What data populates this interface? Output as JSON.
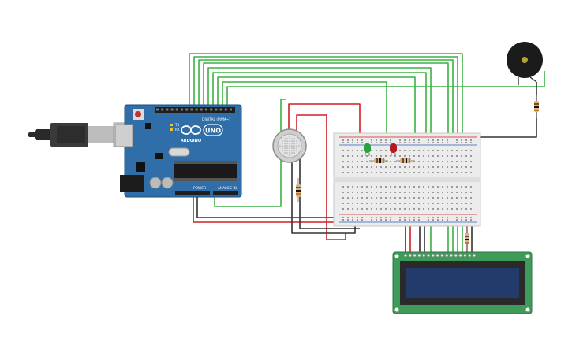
{
  "arduino": {
    "brand": "ARDUINO",
    "model": "UNO",
    "digital_label": "DIGITAL (PWM~)",
    "power_label": "POWER",
    "analog_label": "ANALOG IN",
    "tx_label": "TX",
    "rx_label": "RX"
  },
  "colors": {
    "board": "#2f6ea8",
    "board_dark": "#20527f",
    "wire_green": "#3cb043",
    "wire_red": "#d11f26",
    "wire_black": "#333333",
    "breadboard": "#ececec",
    "lcd_pcb": "#3f9b5a",
    "lcd_screen": "#223b6b",
    "led_green": "#2aa13a",
    "led_red": "#b3191d",
    "buzzer": "#1b1b1b"
  },
  "components": {
    "usb_cable": "usb-cable",
    "gas_sensor": "gas-sensor",
    "buzzer": "piezo-buzzer",
    "lcd": "lcd-16x2"
  }
}
